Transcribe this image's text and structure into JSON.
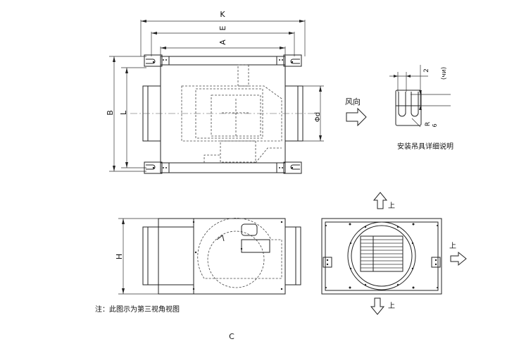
{
  "labels": {
    "k": "K",
    "e": "E",
    "a": "A",
    "b": "B",
    "l": "L",
    "phi_d": "Φd",
    "h": "H",
    "wind_direction": "风向",
    "r_label": "R",
    "r_sub": "6",
    "dim_2": "2",
    "dim_paren": "(чи)",
    "hanger_caption": "安装吊具详细说明",
    "up_top": "上",
    "up_right": "上",
    "up_bottom": "上",
    "note": "注：此图示为第三视角视图",
    "footer": "C"
  }
}
